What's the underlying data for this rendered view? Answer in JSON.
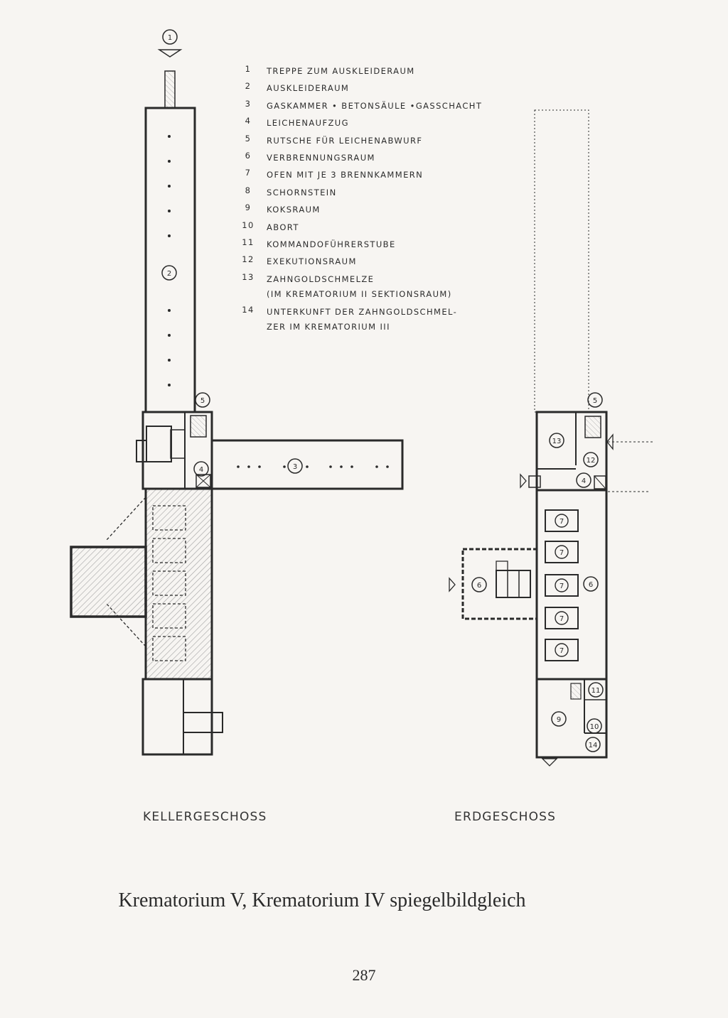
{
  "legend": {
    "items": [
      {
        "num": "1",
        "text": "TREPPE ZUM AUSKLEIDERAUM"
      },
      {
        "num": "2",
        "text": "AUSKLEIDERAUM"
      },
      {
        "num": "3",
        "text": "GASKAMMER   • BETONSÄULE  •GASSCHACHT"
      },
      {
        "num": "4",
        "text": "LEICHENAUFZUG"
      },
      {
        "num": "5",
        "text": "RUTSCHE FÜR LEICHENABWURF"
      },
      {
        "num": "6",
        "text": "VERBRENNUNGSRAUM"
      },
      {
        "num": "7",
        "text": "OFEN MIT JE 3 BRENNKAMMERN"
      },
      {
        "num": "8",
        "text": "SCHORNSTEIN"
      },
      {
        "num": "9",
        "text": "KOKSRAUM"
      },
      {
        "num": "10",
        "text": "ABORT"
      },
      {
        "num": "11",
        "text": "KOMMANDOFÜHRERSTUBE"
      },
      {
        "num": "12",
        "text": "EXEKUTIONSRAUM"
      },
      {
        "num": "13",
        "text": "ZAHNGOLDSCHMELZE",
        "text2": "(IM KREMATORIUM II SEKTIONSRAUM)"
      },
      {
        "num": "14",
        "text": "UNTERKUNFT DER ZAHNGOLDSCHMEL-",
        "text2": "ZER IM KREMATORIUM III"
      }
    ]
  },
  "plan_markers": {
    "stair": "1",
    "undressing": "2",
    "gas_chamber": "3",
    "lift_basement": "4",
    "chute_basement": "5",
    "chute_ground": "5",
    "gold_smelting": "13",
    "execution": "12",
    "lift_ground": "4",
    "oven": "7",
    "incineration_main": "6",
    "incineration_wing": "6",
    "commander_room": "11",
    "coke_room": "9",
    "toilet": "10",
    "gold_worker_quarters": "14"
  },
  "floors": {
    "basement_label": "KELLERGESCHOSS",
    "ground_label": "ERDGESCHOSS"
  },
  "caption": "Krematorium V, Krematorium IV spiegelbildgleich",
  "page_number": "287",
  "colors": {
    "ink": "#2a2a2a",
    "paper": "#f7f5f2",
    "hatch": "#9a9a9a"
  }
}
